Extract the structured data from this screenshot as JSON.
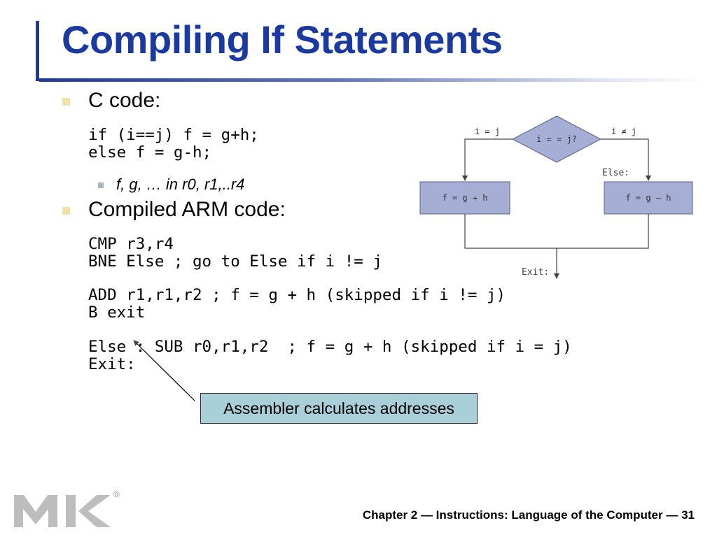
{
  "slide": {
    "title": "Compiling If Statements",
    "bullet_c_code": "C code:",
    "c_code_line1": "if (i==j) f = g+h;",
    "c_code_line2": "else f = g-h;",
    "sub_bullet_vars": "f, g, … in r0, r1,..r4",
    "bullet_arm": "Compiled ARM code:",
    "asm_line1": "CMP r3,r4",
    "asm_line2": "BNE Else ; go to Else if i != j",
    "asm_line3": "ADD r1,r1,r2 ; f = g + h (skipped if i != j)",
    "asm_line4": "B exit",
    "asm_line5": "Else : SUB r0,r1,r2  ; f = g + h (skipped if i = j)",
    "asm_line6": "Exit:",
    "callout": "Assembler calculates addresses",
    "footer": "Chapter 2 — Instructions: Language of the Computer — 31",
    "registered_mark": "®"
  },
  "flowchart": {
    "decision": "i = = j?",
    "branch_equal": "i = j",
    "branch_not_equal": "i ≠ j",
    "else_label": "Else:",
    "box_left": "f = g + h",
    "box_right": "f = g – h",
    "exit_label": "Exit:"
  },
  "colors": {
    "title": "#1a3aa0",
    "rule": "#1f3a93",
    "diagram_fill": "#a6aed6",
    "callout_fill": "#a9cfd9"
  }
}
